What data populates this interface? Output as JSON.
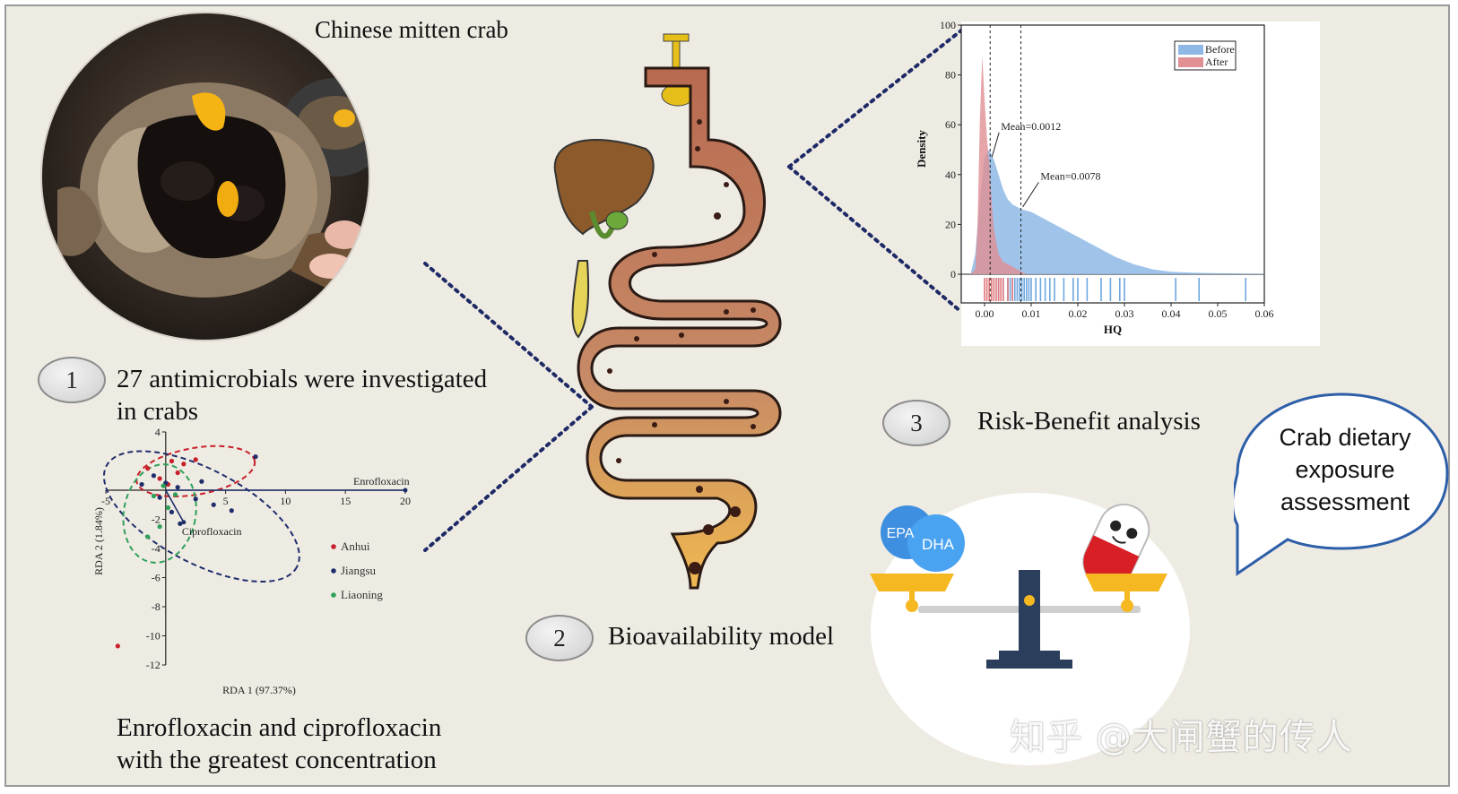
{
  "photo": {
    "caption": "Chinese mitten crab"
  },
  "step1": {
    "number": "1",
    "text": "27 antimicrobials were investigated in crabs",
    "conclusion": "Enrofloxacin and ciprofloxacin with the greatest concentration"
  },
  "step2": {
    "number": "2",
    "text": "Bioavailability model"
  },
  "step3": {
    "number": "3",
    "text": "Risk-Benefit analysis"
  },
  "bubble": {
    "text": "Crab dietary exposure assessment"
  },
  "balance": {
    "left_items": [
      "EPA",
      "DHA"
    ],
    "colors": {
      "beam": "#c9c9c9",
      "pan": "#f5b820",
      "post": "#2b3e5c",
      "pill_red": "#d81f26"
    }
  },
  "watermark": {
    "text": "知乎 @大闸蟹的传人"
  },
  "chart_data": [
    {
      "type": "scatter",
      "chart_name": "RDA biplot",
      "xlabel": "RDA 1 (97.37%)",
      "ylabel": "RDA 2 (1.84%)",
      "xlim": [
        -5,
        20
      ],
      "ylim": [
        -12,
        4
      ],
      "x_ticks": [
        "-5",
        "5",
        "10",
        "15",
        "20"
      ],
      "y_ticks": [
        "4",
        "-2",
        "-4",
        "-6",
        "-8",
        "-10",
        "-12"
      ],
      "vectors": [
        {
          "name": "Enrofloxacin",
          "x": 20,
          "y": 0
        },
        {
          "name": "Ciprofloxacin",
          "x": 1.5,
          "y": -2.2
        }
      ],
      "series": [
        {
          "name": "Anhui",
          "color": "#c8202a",
          "points": [
            [
              -1.5,
              1.5
            ],
            [
              0.5,
              2
            ],
            [
              1.5,
              1.8
            ],
            [
              2.5,
              2.1
            ],
            [
              -0.5,
              0.8
            ],
            [
              0.2,
              0.4
            ],
            [
              1,
              1.2
            ],
            [
              -4,
              -10.7
            ]
          ]
        },
        {
          "name": "Jiangsu",
          "color": "#1f2d6b",
          "points": [
            [
              -1,
              1
            ],
            [
              0,
              0.5
            ],
            [
              1,
              0.2
            ],
            [
              -0.5,
              -0.5
            ],
            [
              2.5,
              -0.6
            ],
            [
              4,
              -1
            ],
            [
              5.5,
              -1.4
            ],
            [
              7.5,
              2.3
            ],
            [
              3,
              0.6
            ],
            [
              -2,
              0.4
            ],
            [
              0.5,
              -1.5
            ],
            [
              1.2,
              -2.3
            ]
          ]
        },
        {
          "name": "Liaoning",
          "color": "#2fa05a",
          "points": [
            [
              -1,
              -0.4
            ],
            [
              0.2,
              -1.2
            ],
            [
              -0.5,
              -2.5
            ],
            [
              -1.5,
              -3.2
            ],
            [
              0.8,
              -0.3
            ],
            [
              -0.2,
              0.3
            ]
          ]
        }
      ],
      "legend_position": "right"
    },
    {
      "type": "area",
      "chart_name": "HQ density",
      "xlabel": "HQ",
      "ylabel": "Density",
      "xlim": [
        -0.005,
        0.06
      ],
      "ylim": [
        0,
        100
      ],
      "x_ticks": [
        "0.00",
        "0.01",
        "0.02",
        "0.03",
        "0.04",
        "0.05",
        "0.06"
      ],
      "y_ticks": [
        "100",
        "80",
        "60",
        "40",
        "20",
        "0"
      ],
      "series": [
        {
          "name": "Before",
          "color": "#8fb8e6",
          "x": [
            -0.003,
            -0.002,
            -0.001,
            0,
            0.001,
            0.002,
            0.003,
            0.004,
            0.005,
            0.006,
            0.007,
            0.008,
            0.01,
            0.012,
            0.014,
            0.016,
            0.02,
            0.024,
            0.028,
            0.032,
            0.036,
            0.04,
            0.045,
            0.05,
            0.055,
            0.06
          ],
          "y": [
            0,
            8,
            30,
            47,
            50,
            46,
            40,
            34,
            30,
            28,
            27,
            26,
            25,
            23,
            21,
            19,
            15,
            11,
            7,
            4,
            2,
            1,
            0.6,
            0.4,
            0.3,
            0.2
          ]
        },
        {
          "name": "After",
          "color": "#e08f93",
          "x": [
            -0.003,
            -0.002,
            -0.0015,
            -0.001,
            -0.0005,
            0,
            0.0005,
            0.001,
            0.0015,
            0.002,
            0.003,
            0.004,
            0.005,
            0.006,
            0.007,
            0.008,
            0.009
          ],
          "y": [
            0,
            2,
            20,
            62,
            88,
            70,
            55,
            45,
            30,
            18,
            8,
            5,
            4,
            3,
            2,
            1,
            0
          ]
        }
      ],
      "annotations": [
        {
          "text": "Mean=0.0012",
          "x": 0.0012
        },
        {
          "text": "Mean=0.0078",
          "x": 0.0078
        }
      ],
      "rug": {
        "Before": [
          0.003,
          0.004,
          0.005,
          0.0055,
          0.006,
          0.0065,
          0.007,
          0.0075,
          0.008,
          0.0085,
          0.009,
          0.0095,
          0.01,
          0.011,
          0.012,
          0.013,
          0.014,
          0.015,
          0.017,
          0.019,
          0.02,
          0.022,
          0.025,
          0.027,
          0.029,
          0.03,
          0.041,
          0.046,
          0.056
        ],
        "After": [
          0,
          0.0005,
          0.001,
          0.0015,
          0.002,
          0.0025,
          0.003,
          0.0035,
          0.004,
          0.005,
          0.006
        ]
      },
      "legend_position": "top-right"
    }
  ]
}
